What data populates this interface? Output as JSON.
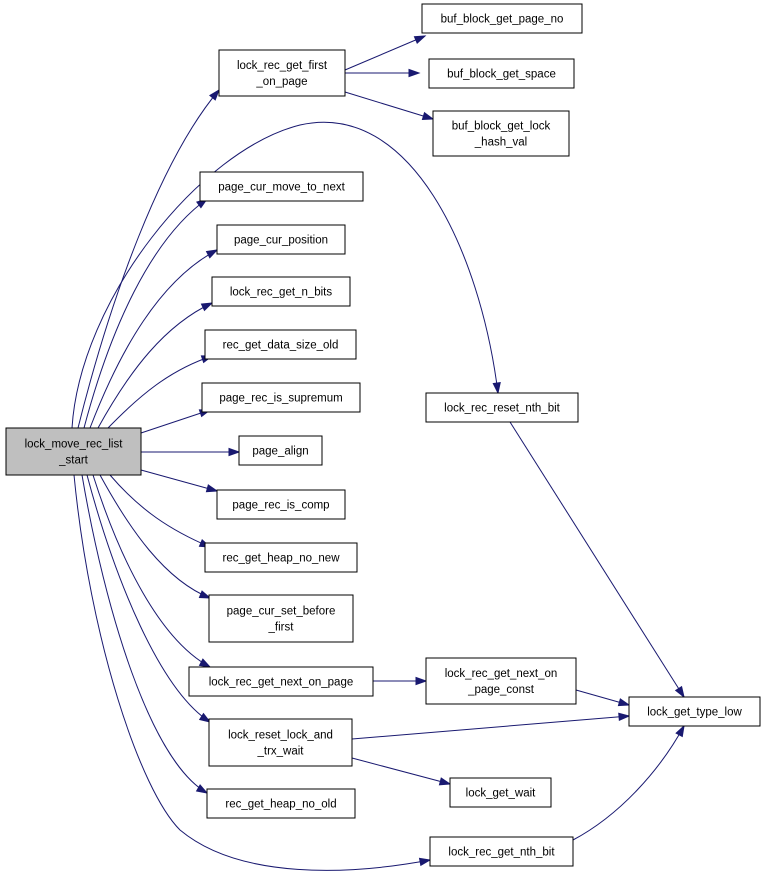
{
  "diagram": {
    "nodes": {
      "root": [
        "lock_move_rec_list",
        "_start"
      ],
      "first_on_page": [
        "lock_rec_get_first",
        "_on_page"
      ],
      "page_no": [
        "buf_block_get_page_no"
      ],
      "space": [
        "buf_block_get_space"
      ],
      "lock_hash": [
        "buf_block_get_lock",
        "_hash_val"
      ],
      "move_to_next": [
        "page_cur_move_to_next"
      ],
      "cur_position": [
        "page_cur_position"
      ],
      "n_bits": [
        "lock_rec_get_n_bits"
      ],
      "data_size_old": [
        "rec_get_data_size_old"
      ],
      "is_supremum": [
        "page_rec_is_supremum"
      ],
      "page_align": [
        "page_align"
      ],
      "is_comp": [
        "page_rec_is_comp"
      ],
      "heap_no_new": [
        "rec_get_heap_no_new"
      ],
      "set_before_first": [
        "page_cur_set_before",
        "_first"
      ],
      "next_on_page": [
        "lock_rec_get_next_on_page"
      ],
      "reset_lock": [
        "lock_reset_lock_and",
        "_trx_wait"
      ],
      "heap_no_old": [
        "rec_get_heap_no_old"
      ],
      "reset_nth_bit": [
        "lock_rec_reset_nth_bit"
      ],
      "next_on_page_const": [
        "lock_rec_get_next_on",
        "_page_const"
      ],
      "get_wait": [
        "lock_get_wait"
      ],
      "get_nth_bit": [
        "lock_rec_get_nth_bit"
      ],
      "type_low": [
        "lock_get_type_low"
      ]
    },
    "edges": [
      [
        "root",
        "first_on_page"
      ],
      [
        "root",
        "move_to_next"
      ],
      [
        "root",
        "cur_position"
      ],
      [
        "root",
        "n_bits"
      ],
      [
        "root",
        "data_size_old"
      ],
      [
        "root",
        "is_supremum"
      ],
      [
        "root",
        "page_align"
      ],
      [
        "root",
        "is_comp"
      ],
      [
        "root",
        "heap_no_new"
      ],
      [
        "root",
        "set_before_first"
      ],
      [
        "root",
        "next_on_page"
      ],
      [
        "root",
        "reset_lock"
      ],
      [
        "root",
        "heap_no_old"
      ],
      [
        "root",
        "get_nth_bit"
      ],
      [
        "root",
        "reset_nth_bit"
      ],
      [
        "first_on_page",
        "page_no"
      ],
      [
        "first_on_page",
        "space"
      ],
      [
        "first_on_page",
        "lock_hash"
      ],
      [
        "reset_nth_bit",
        "type_low"
      ],
      [
        "next_on_page",
        "next_on_page_const"
      ],
      [
        "next_on_page_const",
        "type_low"
      ],
      [
        "reset_lock",
        "type_low"
      ],
      [
        "reset_lock",
        "get_wait"
      ],
      [
        "get_nth_bit",
        "type_low"
      ]
    ],
    "colors": {
      "edge": "#191970",
      "root_fill": "#bfbfbf",
      "node_fill": "#ffffff",
      "border": "#000000"
    }
  }
}
